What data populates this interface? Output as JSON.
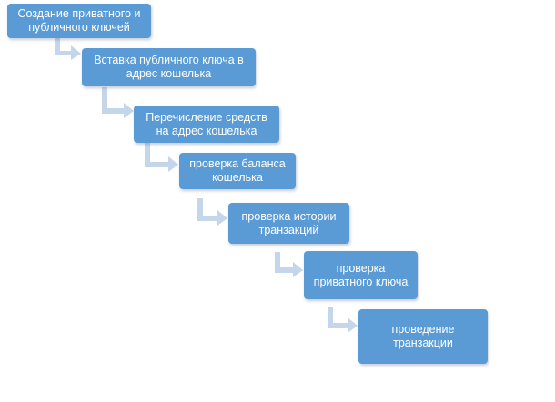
{
  "diagram": {
    "steps": [
      {
        "label": "Создание приватного и\nпубличного ключей"
      },
      {
        "label": "Вставка публичного ключа в\nадрес кошелька"
      },
      {
        "label": "Перечисление средств\nна адрес кошелька"
      },
      {
        "label": "проверка баланса\nкошелька"
      },
      {
        "label": "проверка истории\nтранзакций"
      },
      {
        "label": "проверка\nприватного ключа"
      },
      {
        "label": "проведение\nтранзакции"
      }
    ],
    "colors": {
      "box_fill": "#5b9bd5",
      "box_text": "#ffffff",
      "arrow_fill": "#c5d5ea"
    }
  }
}
